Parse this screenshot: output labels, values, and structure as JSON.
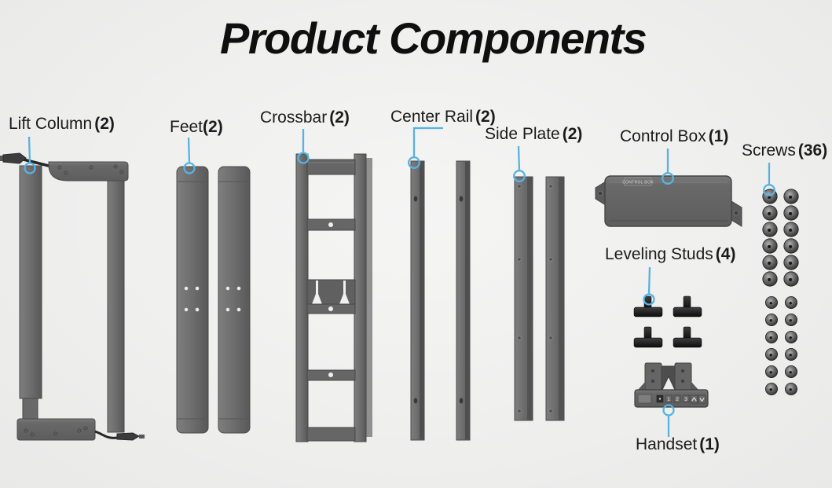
{
  "title": "Product Components",
  "components": [
    {
      "key": "lift-column",
      "name": "Lift Column",
      "count": "(2)"
    },
    {
      "key": "feet",
      "name": "Feet",
      "count": "(2)"
    },
    {
      "key": "crossbar",
      "name": "Crossbar",
      "count": "(2)"
    },
    {
      "key": "center-rail",
      "name": "Center Rail",
      "count": "(2)"
    },
    {
      "key": "side-plate",
      "name": "Side Plate",
      "count": "(2)"
    },
    {
      "key": "control-box",
      "name": "Control Box",
      "count": "(1)"
    },
    {
      "key": "screws",
      "name": "Screws",
      "count": "(36)"
    },
    {
      "key": "leveling-studs",
      "name": "Leveling Studs",
      "count": "(4)"
    },
    {
      "key": "handset",
      "name": "Handset",
      "count": "(1)"
    }
  ],
  "control_box_print": "CONTROL BOX",
  "handset_buttons": [
    "1",
    "2",
    "3"
  ],
  "colors": {
    "leader_blue": "#55b3e5",
    "part_gray": "#6e6e6e",
    "stud_black": "#1f1f1f",
    "background": "#efefee",
    "text": "#1b1b1b"
  }
}
